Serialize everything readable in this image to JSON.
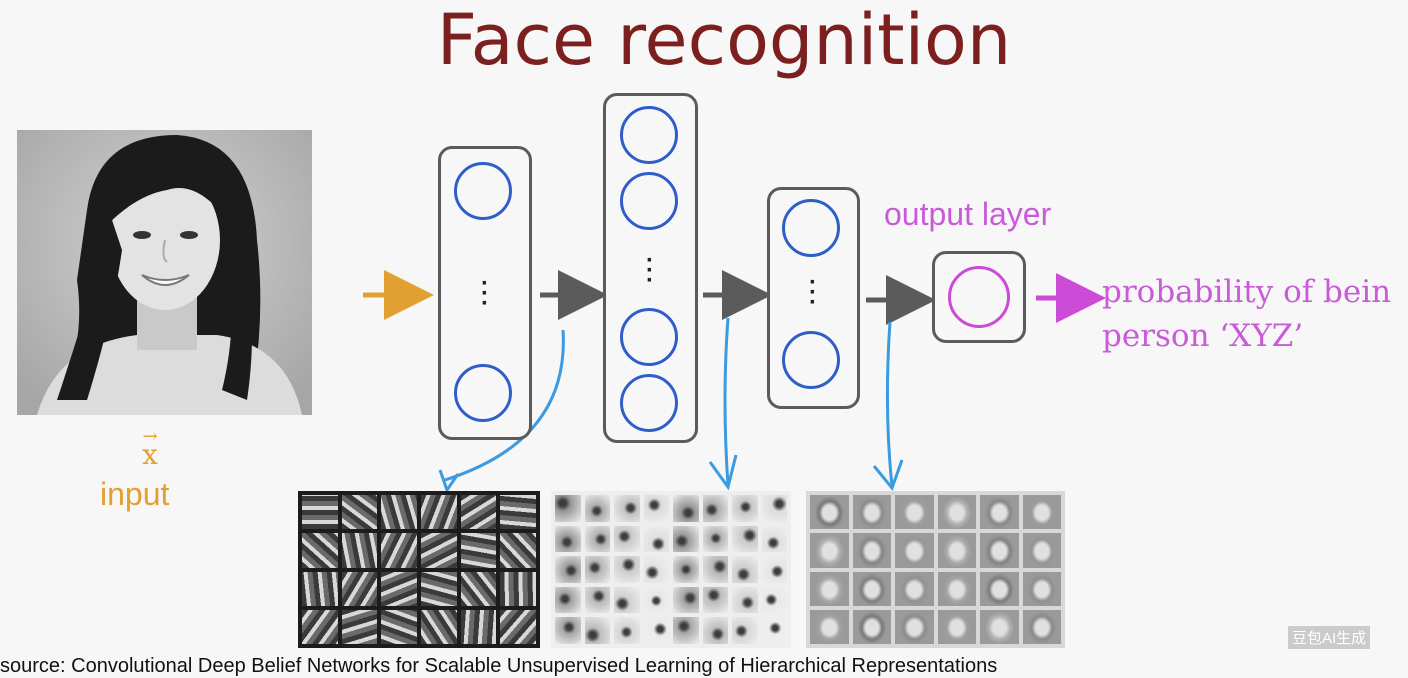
{
  "title": "Face recognition",
  "input": {
    "vector_symbol": "x",
    "vector_arrow": "→",
    "label": "input"
  },
  "output_label": "output layer",
  "probability_text": {
    "line1": "probability of bein",
    "line2": "person ‘XYZ’"
  },
  "source_note": "source: Convolutional Deep Belief Networks for Scalable Unsupervised Learning of Hierarchical Representations",
  "watermark": "豆包AI生成",
  "colors": {
    "title": "#7c1f1f",
    "input": "#e2a033",
    "neuron": "#2f5ec9",
    "output": "#c95bd8",
    "feature_arrows": "#3a9be0",
    "layer_arrows": "#5b5b5b"
  },
  "feature_grids": [
    {
      "name": "edge-features",
      "cols": 6,
      "rows": 4
    },
    {
      "name": "face-part-features",
      "cols": 8,
      "rows": 5
    },
    {
      "name": "whole-face-features",
      "cols": 6,
      "rows": 4
    }
  ]
}
